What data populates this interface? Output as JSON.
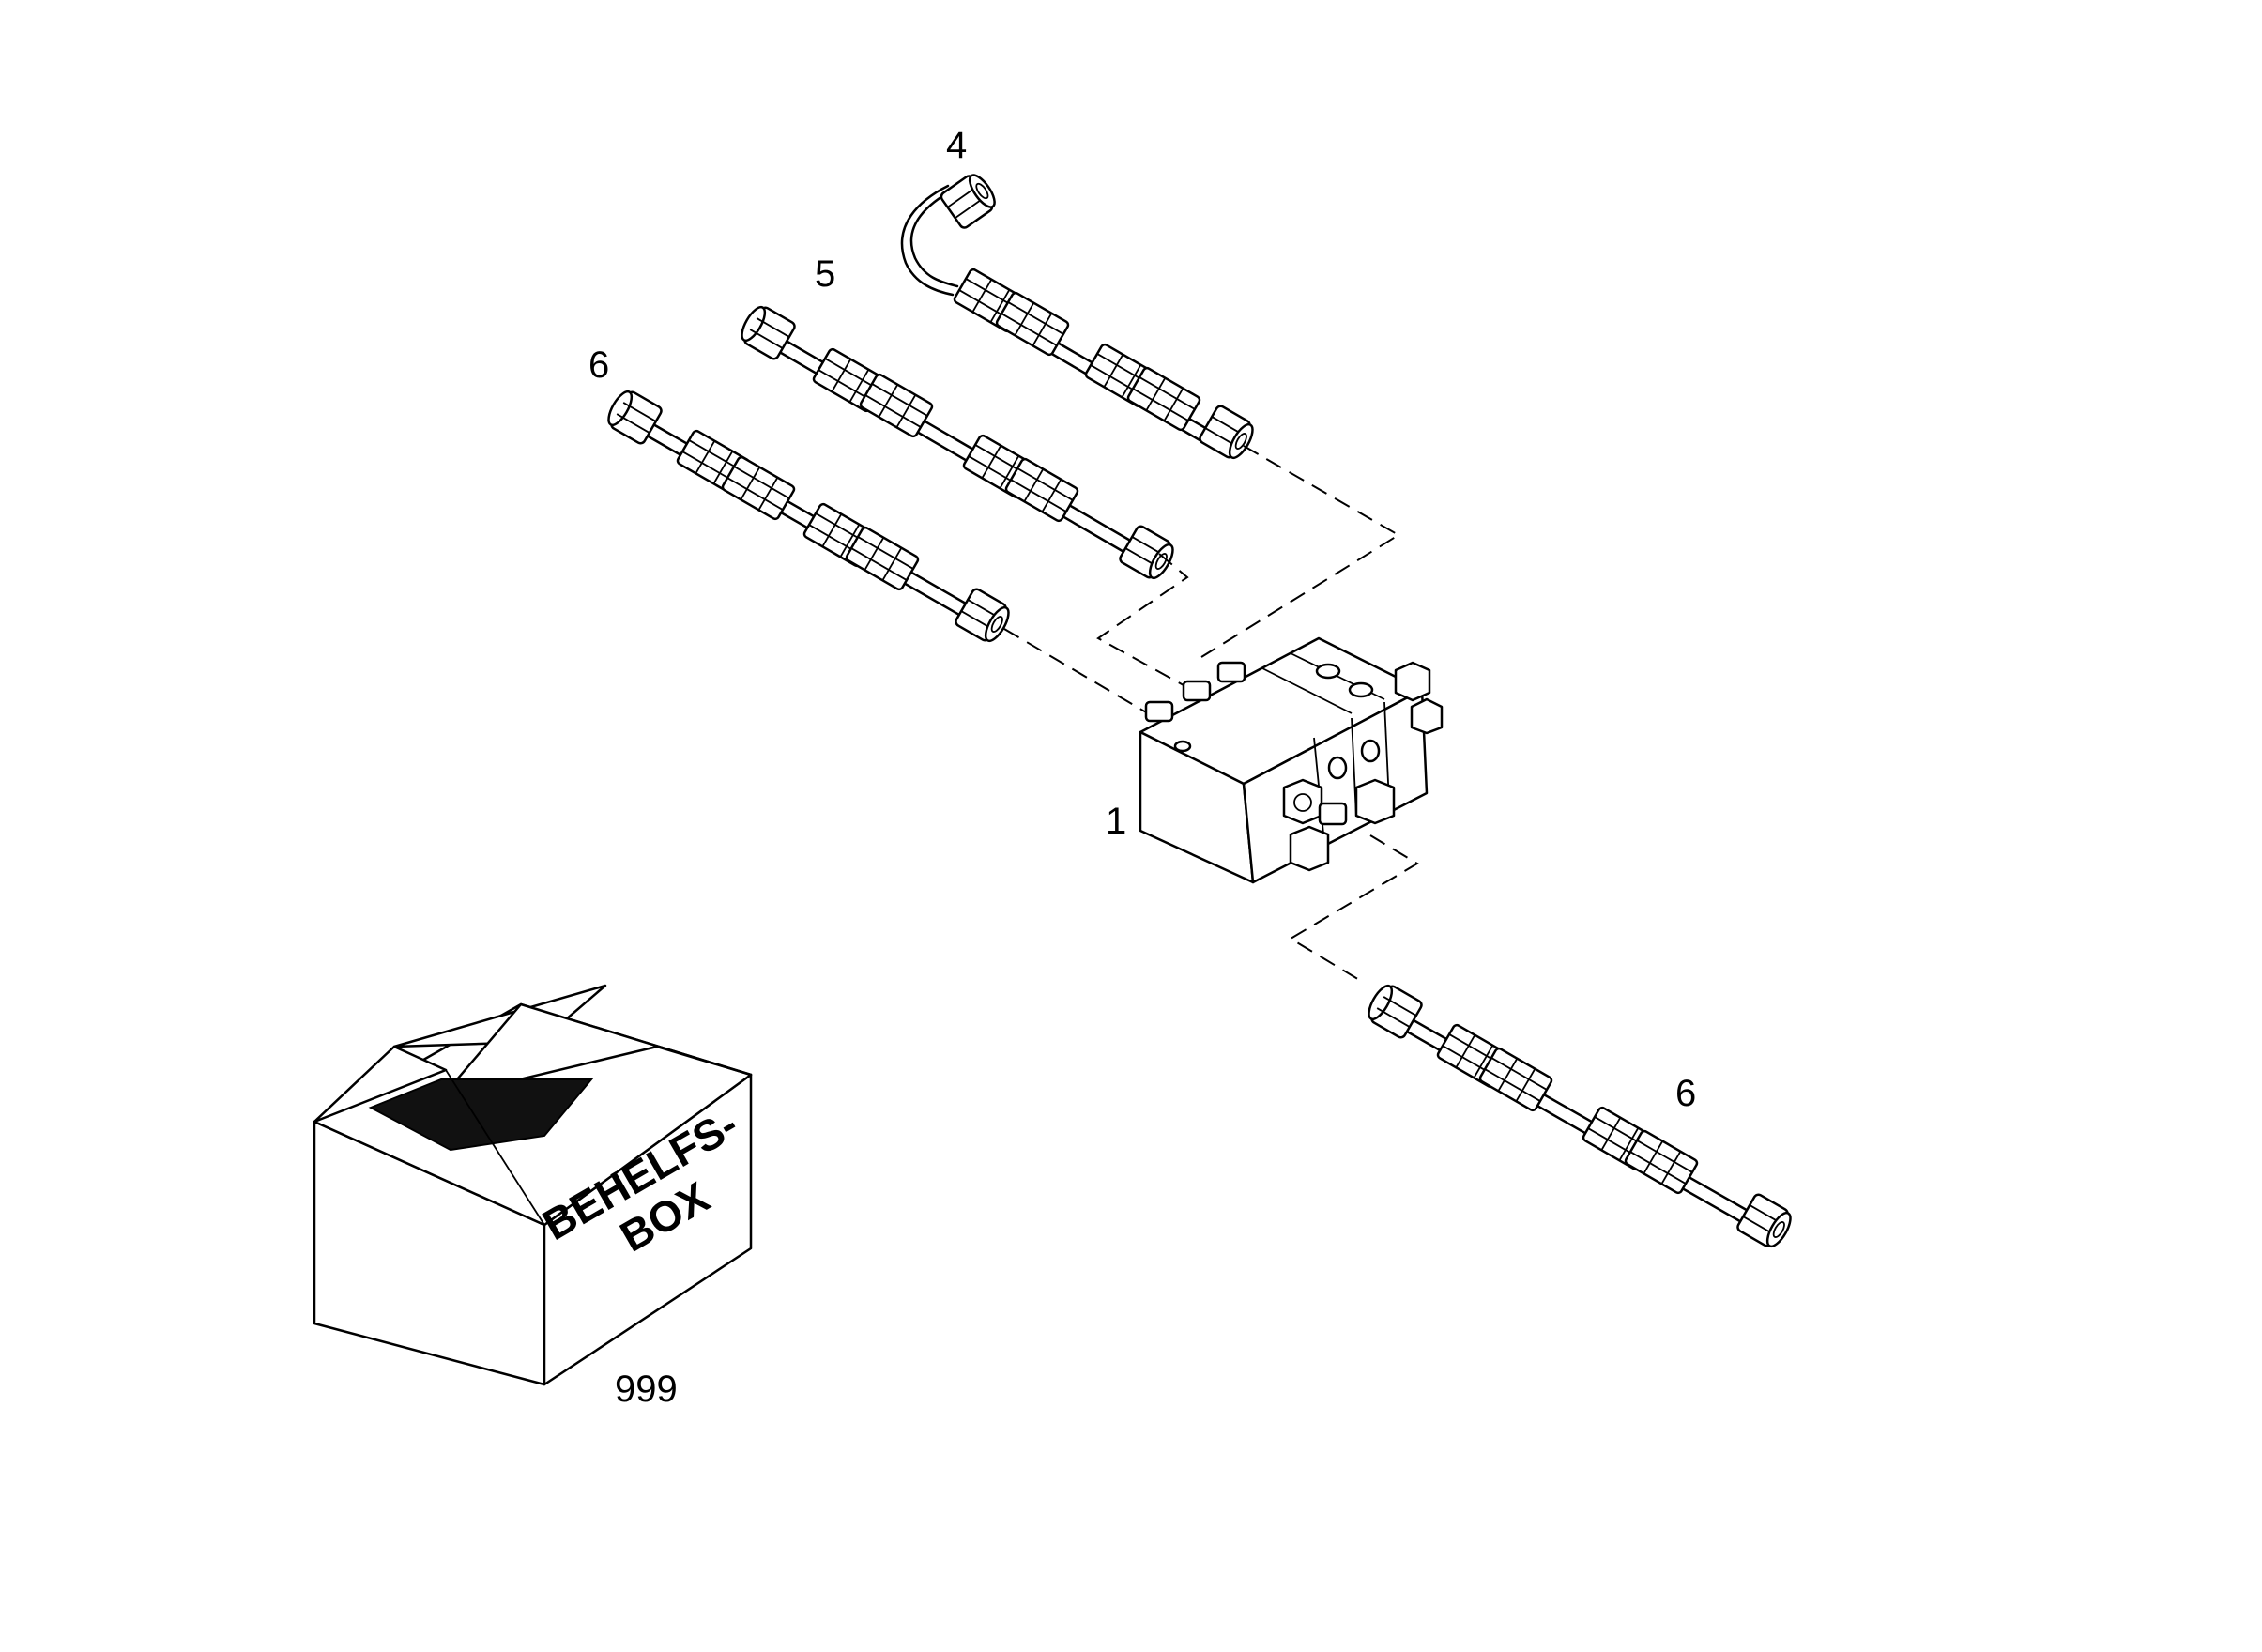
{
  "callouts": {
    "part_1": "1",
    "part_4": "4",
    "part_5": "5",
    "part_6_upper": "6",
    "part_6_lower": "6",
    "part_999": "999"
  },
  "box": {
    "label_line1": "BEHELFS-",
    "label_line2": "BOX"
  }
}
